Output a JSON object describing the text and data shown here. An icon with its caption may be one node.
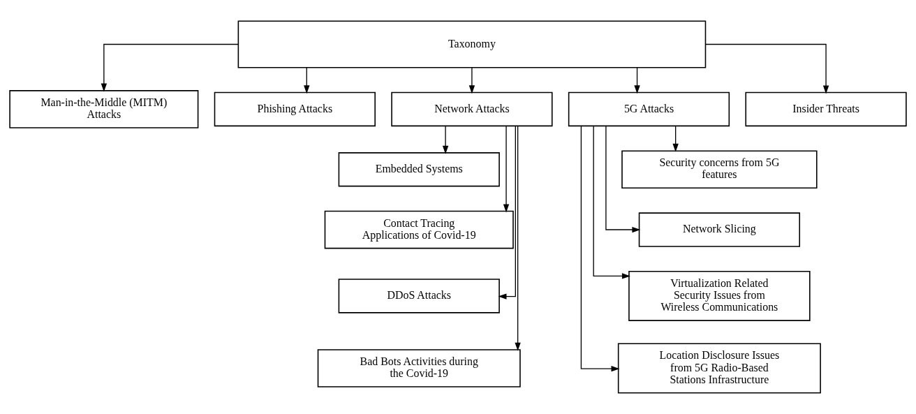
{
  "diagram": {
    "nodes": [
      {
        "text": [
          "Taxonomy"
        ]
      },
      {
        "text": [
          "Man-in-the-Middle (MITM) Attacks"
        ]
      },
      {
        "text": [
          "Phishing Attacks"
        ]
      },
      {
        "text": [
          "Network Attacks"
        ]
      },
      {
        "text": [
          "5G Attacks"
        ]
      },
      {
        "text": [
          "Insider Threats"
        ]
      },
      {
        "text": [
          "Embedded Systems"
        ]
      },
      {
        "text": [
          "Contact Tracing Applications of Covid-19"
        ]
      },
      {
        "text": [
          "DDoS Attacks"
        ]
      },
      {
        "text": [
          "Bad Bots Activities during the Covid-19"
        ]
      },
      {
        "text": [
          "Security concerns from 5G features"
        ]
      },
      {
        "text": [
          "Network Slicing"
        ]
      },
      {
        "text": [
          "Virtualization Related Security Issues from Wireless Communications"
        ]
      },
      {
        "text": [
          "Location Disclosure Issues from 5G Radio-Based Stations Infrastructure"
        ]
      }
    ],
    "edges": [
      {
        "from": 0,
        "to": 1,
        "arrow": "to"
      },
      {
        "from": 0,
        "to": 2,
        "arrow": "to"
      },
      {
        "from": 0,
        "to": 3,
        "arrow": "to"
      },
      {
        "from": 0,
        "to": 4,
        "arrow": "to"
      },
      {
        "from": 0,
        "to": 5,
        "arrow": "to"
      },
      {
        "from": 3,
        "to": 6,
        "arrow": "to"
      },
      {
        "from": 3,
        "to": 7,
        "arrow": "to"
      },
      {
        "from": 3,
        "to": 8,
        "arrow": "to"
      },
      {
        "from": 3,
        "to": 9,
        "arrow": "to"
      },
      {
        "from": 4,
        "to": 10,
        "arrow": "to"
      },
      {
        "from": 4,
        "to": 11,
        "arrow": "to"
      },
      {
        "from": 4,
        "to": 12,
        "arrow": "to"
      },
      {
        "from": 4,
        "to": 13,
        "arrow": "to"
      }
    ]
  }
}
